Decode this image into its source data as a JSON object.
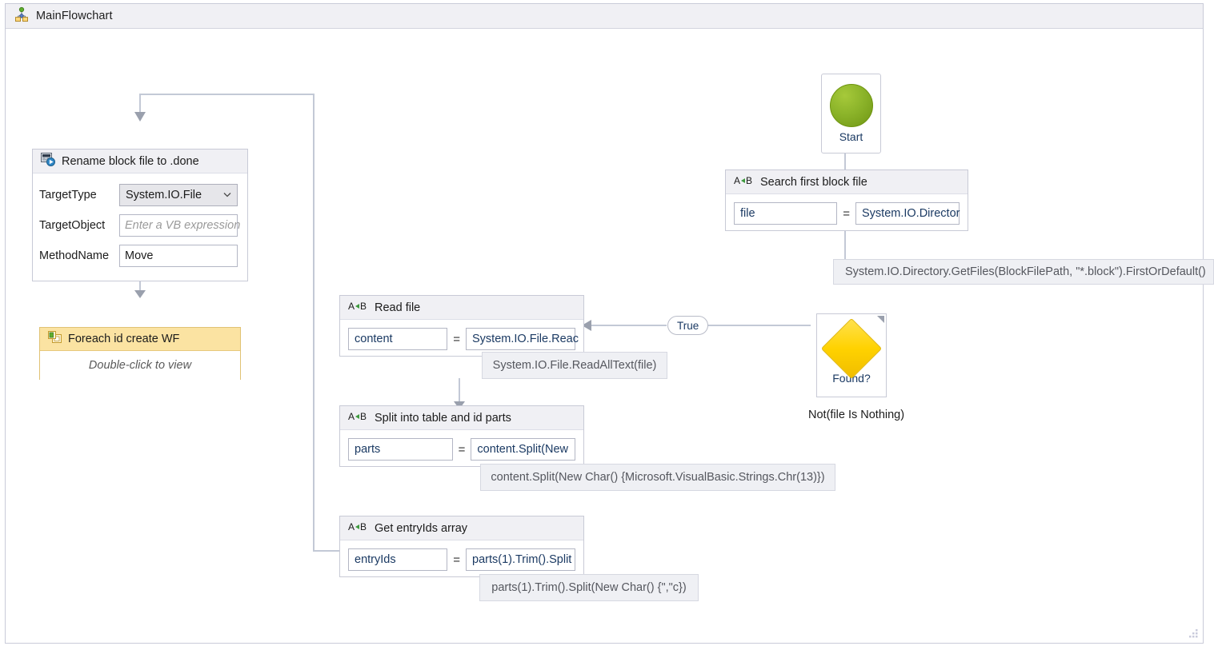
{
  "window": {
    "title": "MainFlowchart",
    "icon": "flowchart-icon"
  },
  "nodes": {
    "start": {
      "caption": "Start",
      "icon": "start-circle-icon"
    },
    "search_block": {
      "title": "Search first block file",
      "icon": "assign-ab-icon",
      "variable": "file",
      "operator": "=",
      "value_visible": "System.IO.Director",
      "expression": "System.IO.Directory.GetFiles(BlockFilePath, \"*.block\").FirstOrDefault()"
    },
    "found": {
      "caption": "Found?",
      "condition": "Not(file Is Nothing)",
      "icon": "decision-diamond-icon"
    },
    "read_file": {
      "title": "Read file",
      "icon": "assign-ab-icon",
      "variable": "content",
      "operator": "=",
      "value_visible": "System.IO.File.Reac",
      "expression": "System.IO.File.ReadAllText(file)"
    },
    "split_parts": {
      "title": "Split into table and id parts",
      "icon": "assign-ab-icon",
      "variable": "parts",
      "operator": "=",
      "value_visible": "content.Split(New ",
      "expression": "content.Split(New Char() {Microsoft.VisualBasic.Strings.Chr(13)})"
    },
    "entry_ids": {
      "title": "Get entryIds array",
      "icon": "assign-ab-icon",
      "variable": "entryIds",
      "operator": "=",
      "value_visible": "parts(1).Trim().Split",
      "expression": "parts(1).Trim().Split(New Char() {\",\"c})"
    },
    "rename": {
      "title": "Rename block file to .done",
      "icon": "invoke-method-icon",
      "properties": [
        {
          "label": "TargetType",
          "kind": "combo",
          "value": "System.IO.File",
          "chevron": "⌄"
        },
        {
          "label": "TargetObject",
          "kind": "text",
          "value": "",
          "placeholder": "Enter a VB expression"
        },
        {
          "label": "MethodName",
          "kind": "text",
          "value": "Move",
          "placeholder": ""
        }
      ]
    },
    "foreach": {
      "title": "Foreach id create WF",
      "icon": "invoke-workflow-icon",
      "body": "Double-click to view"
    }
  },
  "connectors": {
    "true_label": "True"
  },
  "colors": {
    "header_bg": "#f0f0f4",
    "border": "#c8cad6",
    "wire": "#c3c9d6",
    "arrow": "#9aa0ad",
    "start_green": "#8cb42a",
    "decision_yellow": "#ffd200",
    "foreach_amber": "#fbe3a2",
    "value_text": "#1b3a63",
    "tooltip_bg": "#eff0f4"
  }
}
